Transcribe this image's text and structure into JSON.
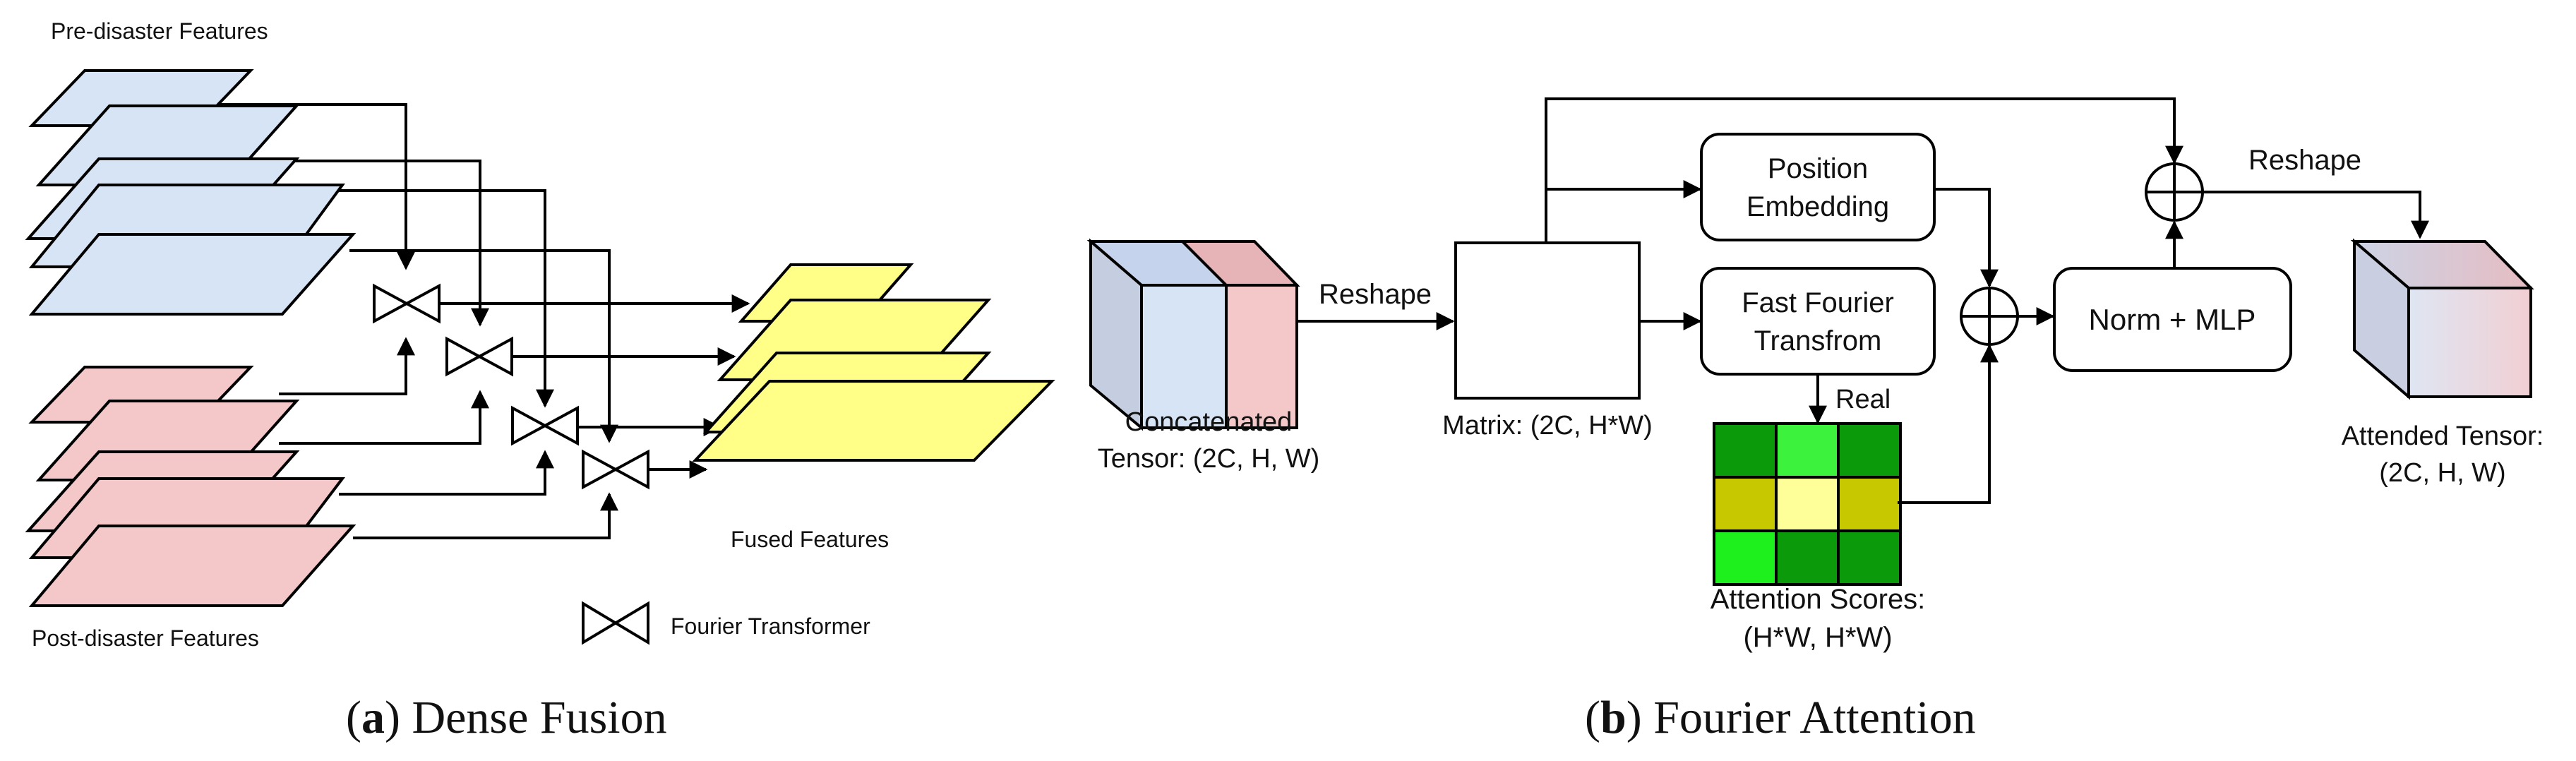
{
  "panel_a": {
    "pre_label": "Pre-disaster Features",
    "post_label": "Post-disaster Features",
    "fused_label": "Fused Features",
    "legend_label": "Fourier Transformer",
    "caption_letter": "a",
    "caption_text": "Dense Fusion"
  },
  "panel_b": {
    "input_label_1": "Concatenated",
    "input_label_2": "Tensor: (2C, H, W)",
    "reshape_in": "Reshape",
    "matrix_label": "Matrix: (2C, H*W)",
    "pos_emb_1": "Position",
    "pos_emb_2": "Embedding",
    "fft_1": "Fast Fourier",
    "fft_2": "Transfrom",
    "real_label": "Real",
    "scores_1": "Attention Scores:",
    "scores_2": "(H*W, H*W)",
    "norm_mlp": "Norm + MLP",
    "reshape_out": "Reshape",
    "output_1": "Attended Tensor:",
    "output_2": "(2C, H, W)",
    "caption_letter": "b",
    "caption_text": "Fourier Attention",
    "heatmap_colors": [
      [
        "#0a9a0a",
        "#3cf23c",
        "#0a9a0a"
      ],
      [
        "#c8c800",
        "#ffff99",
        "#c8c800"
      ],
      [
        "#1ef01e",
        "#0a9a0a",
        "#0a9a0a"
      ]
    ]
  },
  "colors": {
    "pre": "#d6e4f6",
    "post": "#f4c8c8",
    "fused": "#ffff88",
    "stroke": "#000000"
  }
}
